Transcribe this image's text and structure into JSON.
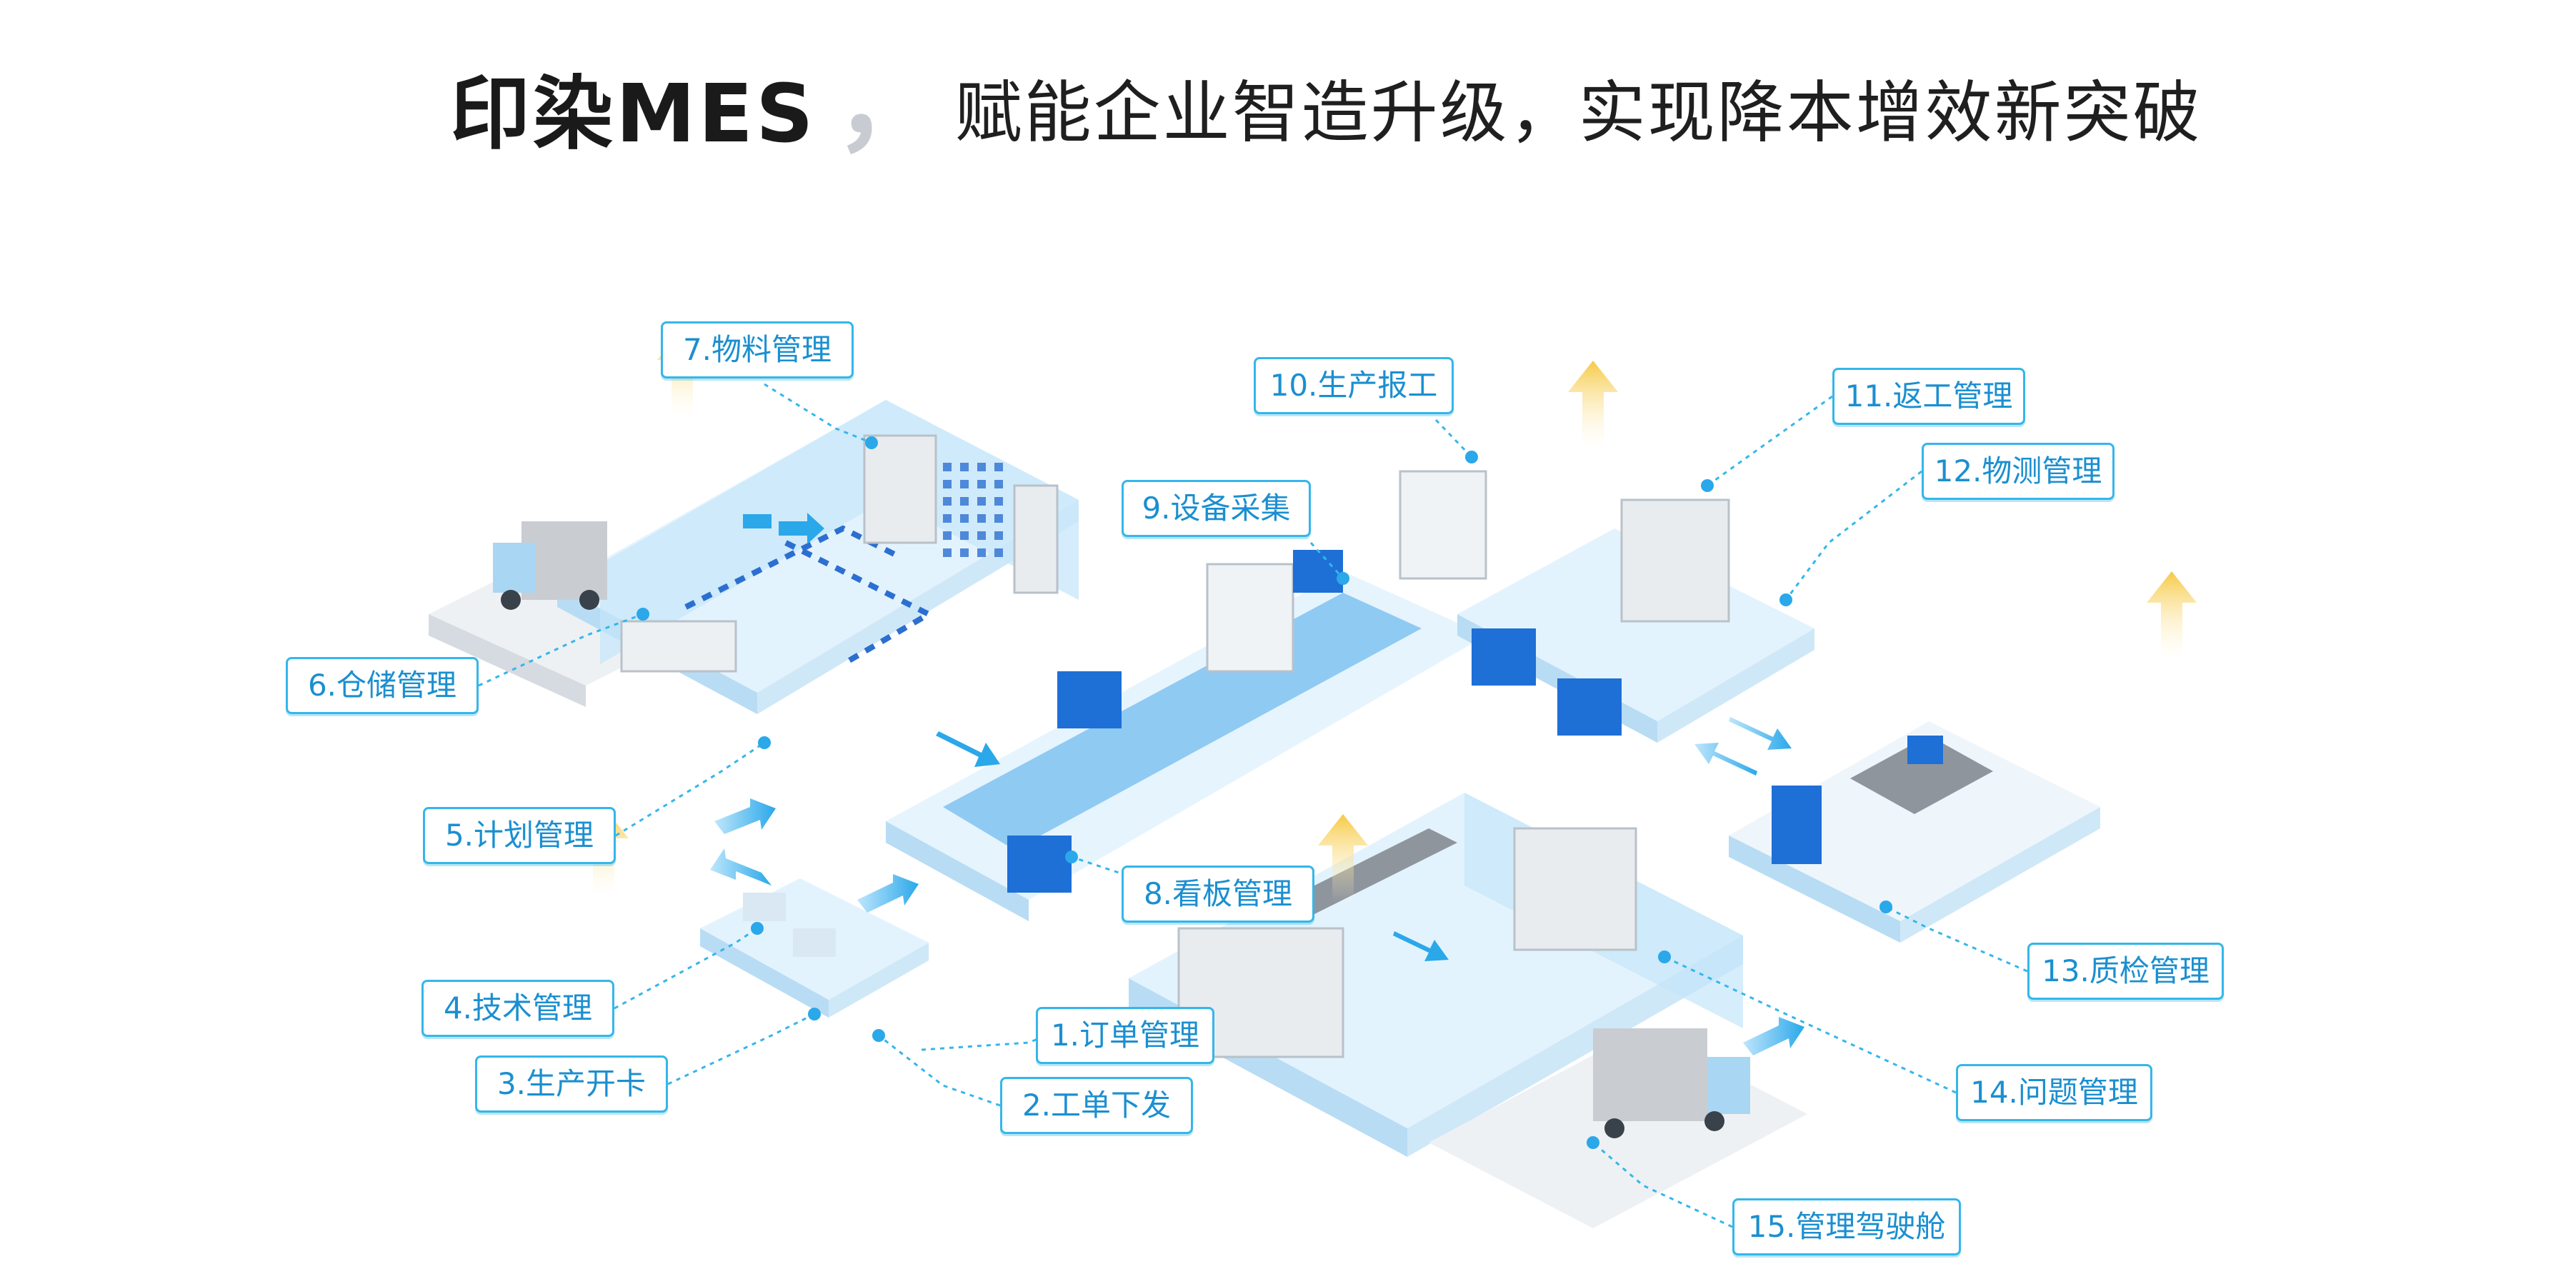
{
  "title": {
    "brand": "印染MES",
    "separator": "，",
    "slogan": "赋能企业智造升级，实现降本增效新突破"
  },
  "colors": {
    "accent": "#35b6ea",
    "label_text": "#1b8fd0",
    "floor": "#dff1fc",
    "wall": "#bfe3f8",
    "arrow": "#f6c945"
  },
  "modules": [
    {
      "id": "1",
      "label": "1.订单管理"
    },
    {
      "id": "2",
      "label": "2.工单下发"
    },
    {
      "id": "3",
      "label": "3.生产开卡"
    },
    {
      "id": "4",
      "label": "4.技术管理"
    },
    {
      "id": "5",
      "label": "5.计划管理"
    },
    {
      "id": "6",
      "label": "6.仓储管理"
    },
    {
      "id": "7",
      "label": "7.物料管理"
    },
    {
      "id": "8",
      "label": "8.看板管理"
    },
    {
      "id": "9",
      "label": "9.设备采集"
    },
    {
      "id": "10",
      "label": "10.生产报工"
    },
    {
      "id": "11",
      "label": "11.返工管理"
    },
    {
      "id": "12",
      "label": "12.物测管理"
    },
    {
      "id": "13",
      "label": "13.质检管理"
    },
    {
      "id": "14",
      "label": "14.问题管理"
    },
    {
      "id": "15",
      "label": "15.管理驾驶舱"
    }
  ]
}
